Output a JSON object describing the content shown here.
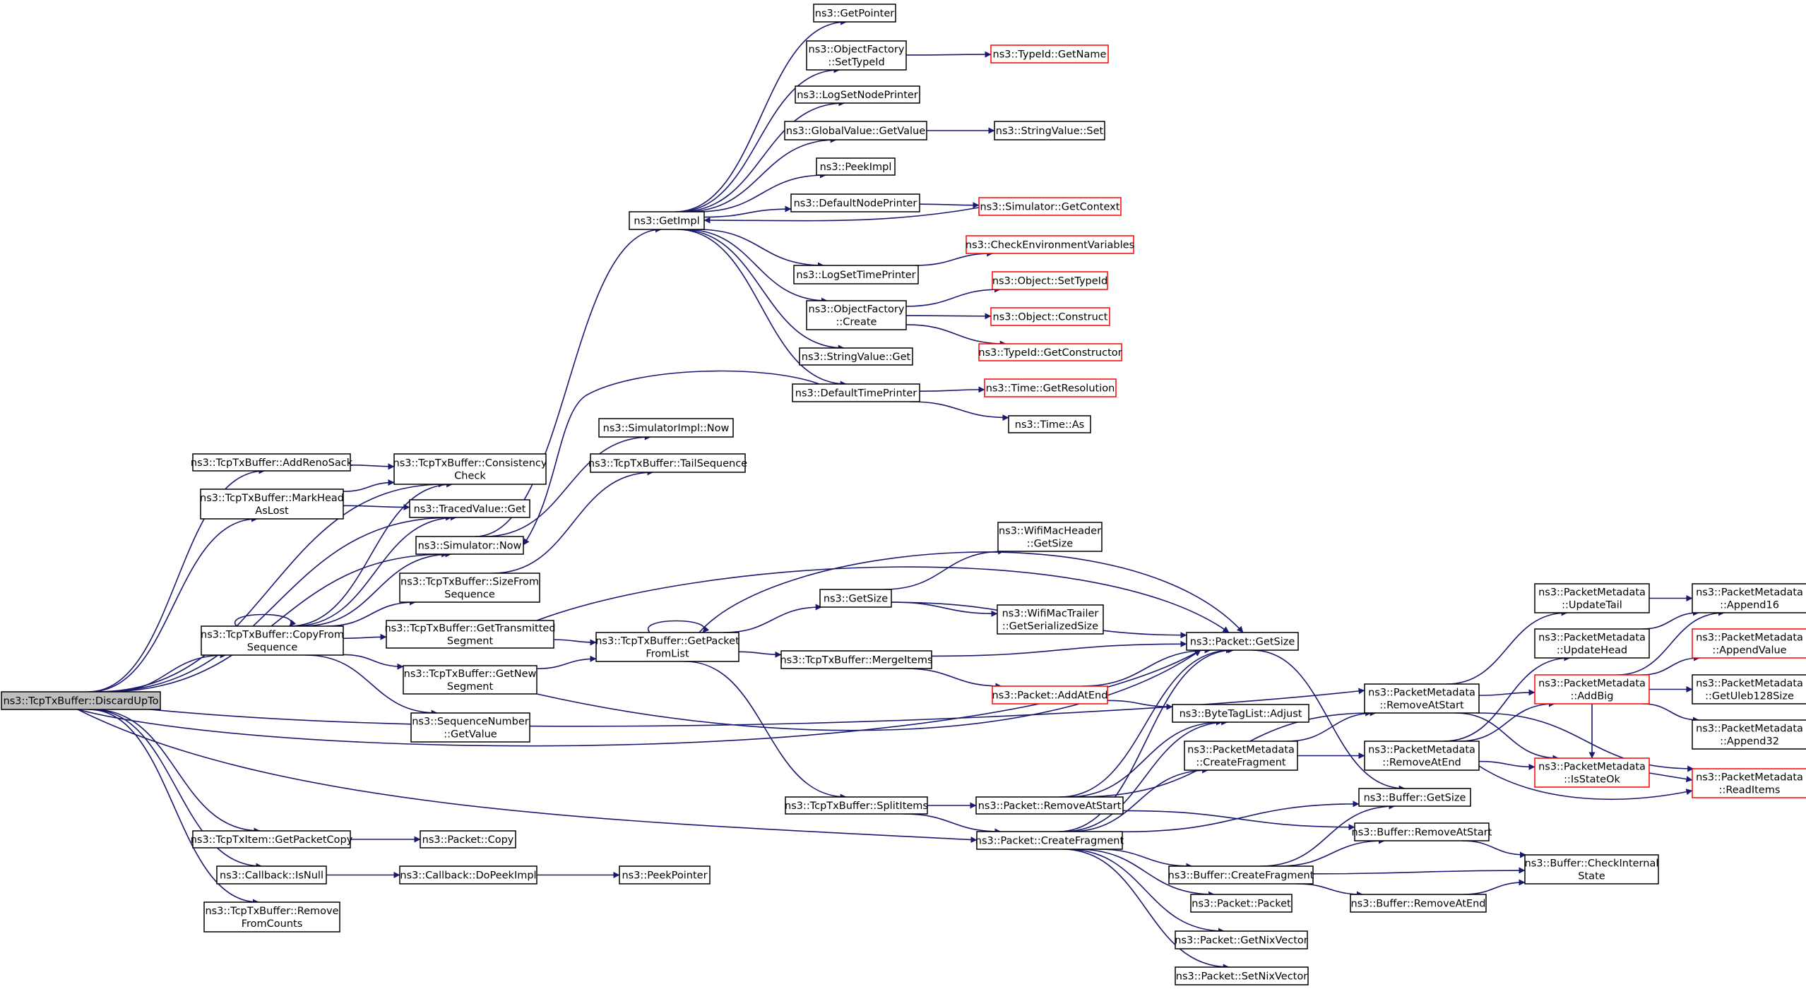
{
  "diagram": {
    "type": "call-graph",
    "colors": {
      "edge": "#191970",
      "node_border": "#000000",
      "truncated_border": "#ff0000",
      "root_fill": "#bfbfbf",
      "background": "#ffffff"
    },
    "nodes": [
      {
        "id": "root",
        "lines": [
          "ns3::TcpTxBuffer::DiscardUpTo"
        ],
        "style": "root"
      },
      {
        "id": "addRenoSack",
        "lines": [
          "ns3::TcpTxBuffer::AddRenoSack"
        ]
      },
      {
        "id": "markHead",
        "lines": [
          "ns3::TcpTxBuffer::MarkHead",
          "AsLost"
        ]
      },
      {
        "id": "copyFrom",
        "lines": [
          "ns3::TcpTxBuffer::CopyFrom",
          "Sequence"
        ]
      },
      {
        "id": "getPacketCopy",
        "lines": [
          "ns3::TcpTxItem::GetPacketCopy"
        ]
      },
      {
        "id": "cbIsNull",
        "lines": [
          "ns3::Callback::IsNull"
        ]
      },
      {
        "id": "removeFromCounts",
        "lines": [
          "ns3::TcpTxBuffer::Remove",
          "FromCounts"
        ]
      },
      {
        "id": "consistency",
        "lines": [
          "ns3::TcpTxBuffer::Consistency",
          "Check"
        ]
      },
      {
        "id": "tracedGet",
        "lines": [
          "ns3::TracedValue::Get"
        ]
      },
      {
        "id": "simNow",
        "lines": [
          "ns3::Simulator::Now"
        ]
      },
      {
        "id": "sizeFromSeq",
        "lines": [
          "ns3::TcpTxBuffer::SizeFrom",
          "Sequence"
        ]
      },
      {
        "id": "getTransmitted",
        "lines": [
          "ns3::TcpTxBuffer::GetTransmitted",
          "Segment"
        ]
      },
      {
        "id": "getNewSeg",
        "lines": [
          "ns3::TcpTxBuffer::GetNew",
          "Segment"
        ]
      },
      {
        "id": "seqGetValue",
        "lines": [
          "ns3::SequenceNumber",
          "::GetValue"
        ]
      },
      {
        "id": "pktCopy",
        "lines": [
          "ns3::Packet::Copy"
        ]
      },
      {
        "id": "doPeekImpl",
        "lines": [
          "ns3::Callback::DoPeekImpl"
        ]
      },
      {
        "id": "peekPointer",
        "lines": [
          "ns3::PeekPointer"
        ]
      },
      {
        "id": "simImplNow",
        "lines": [
          "ns3::SimulatorImpl::Now"
        ]
      },
      {
        "id": "tailSeq",
        "lines": [
          "ns3::TcpTxBuffer::TailSequence"
        ]
      },
      {
        "id": "getImpl",
        "lines": [
          "ns3::GetImpl"
        ]
      },
      {
        "id": "getPointer",
        "lines": [
          "ns3::GetPointer"
        ]
      },
      {
        "id": "ofSetTypeId",
        "lines": [
          "ns3::ObjectFactory",
          "::SetTypeId"
        ]
      },
      {
        "id": "logSetNode",
        "lines": [
          "ns3::LogSetNodePrinter"
        ]
      },
      {
        "id": "gvGetValue",
        "lines": [
          "ns3::GlobalValue::GetValue"
        ]
      },
      {
        "id": "peekImpl",
        "lines": [
          "ns3::PeekImpl"
        ]
      },
      {
        "id": "defNodePrinter",
        "lines": [
          "ns3::DefaultNodePrinter"
        ]
      },
      {
        "id": "logSetTime",
        "lines": [
          "ns3::LogSetTimePrinter"
        ]
      },
      {
        "id": "ofCreate",
        "lines": [
          "ns3::ObjectFactory",
          "::Create"
        ]
      },
      {
        "id": "svGet",
        "lines": [
          "ns3::StringValue::Get"
        ]
      },
      {
        "id": "defTimePrinter",
        "lines": [
          "ns3::DefaultTimePrinter"
        ]
      },
      {
        "id": "typeIdGetName",
        "lines": [
          "ns3::TypeId::GetName"
        ],
        "style": "trunc"
      },
      {
        "id": "svSet",
        "lines": [
          "ns3::StringValue::Set"
        ]
      },
      {
        "id": "simGetContext",
        "lines": [
          "ns3::Simulator::GetContext"
        ],
        "style": "trunc"
      },
      {
        "id": "checkEnv",
        "lines": [
          "ns3::CheckEnvironmentVariables"
        ],
        "style": "trunc"
      },
      {
        "id": "objSetTypeId",
        "lines": [
          "ns3::Object::SetTypeId"
        ],
        "style": "trunc"
      },
      {
        "id": "objConstruct",
        "lines": [
          "ns3::Object::Construct"
        ],
        "style": "trunc"
      },
      {
        "id": "typeIdGetCtor",
        "lines": [
          "ns3::TypeId::GetConstructor"
        ],
        "style": "trunc"
      },
      {
        "id": "timeGetRes",
        "lines": [
          "ns3::Time::GetResolution"
        ],
        "style": "trunc"
      },
      {
        "id": "timeAs",
        "lines": [
          "ns3::Time::As"
        ]
      },
      {
        "id": "getPacketFromList",
        "lines": [
          "ns3::TcpTxBuffer::GetPacket",
          "FromList"
        ]
      },
      {
        "id": "getSize",
        "lines": [
          "ns3::GetSize"
        ]
      },
      {
        "id": "mergeItems",
        "lines": [
          "ns3::TcpTxBuffer::MergeItems"
        ]
      },
      {
        "id": "splitItems",
        "lines": [
          "ns3::TcpTxBuffer::SplitItems"
        ]
      },
      {
        "id": "wifiHdrGetSize",
        "lines": [
          "ns3::WifiMacHeader",
          "::GetSize"
        ]
      },
      {
        "id": "wifiTrailer",
        "lines": [
          "ns3::WifiMacTrailer",
          "::GetSerializedSize"
        ]
      },
      {
        "id": "pktGetSize",
        "lines": [
          "ns3::Packet::GetSize"
        ]
      },
      {
        "id": "pktAddAtEnd",
        "lines": [
          "ns3::Packet::AddAtEnd"
        ],
        "style": "trunc"
      },
      {
        "id": "btlAdjust",
        "lines": [
          "ns3::ByteTagList::Adjust"
        ]
      },
      {
        "id": "pktRemoveAtStart",
        "lines": [
          "ns3::Packet::RemoveAtStart"
        ]
      },
      {
        "id": "pktCreateFragment",
        "lines": [
          "ns3::Packet::CreateFragment"
        ]
      },
      {
        "id": "pmCreateFragment",
        "lines": [
          "ns3::PacketMetadata",
          "::CreateFragment"
        ]
      },
      {
        "id": "bufCreateFragment",
        "lines": [
          "ns3::Buffer::CreateFragment"
        ]
      },
      {
        "id": "pktPacket",
        "lines": [
          "ns3::Packet::Packet"
        ]
      },
      {
        "id": "pktGetNix",
        "lines": [
          "ns3::Packet::GetNixVector"
        ]
      },
      {
        "id": "pktSetNix",
        "lines": [
          "ns3::Packet::SetNixVector"
        ]
      },
      {
        "id": "pmRemoveAtStart",
        "lines": [
          "ns3::PacketMetadata",
          "::RemoveAtStart"
        ]
      },
      {
        "id": "pmRemoveAtEnd",
        "lines": [
          "ns3::PacketMetadata",
          "::RemoveAtEnd"
        ]
      },
      {
        "id": "bufGetSize",
        "lines": [
          "ns3::Buffer::GetSize"
        ]
      },
      {
        "id": "bufRemoveAtStart",
        "lines": [
          "ns3::Buffer::RemoveAtStart"
        ]
      },
      {
        "id": "bufRemoveAtEnd",
        "lines": [
          "ns3::Buffer::RemoveAtEnd"
        ]
      },
      {
        "id": "pmUpdateTail",
        "lines": [
          "ns3::PacketMetadata",
          "::UpdateTail"
        ]
      },
      {
        "id": "pmUpdateHead",
        "lines": [
          "ns3::PacketMetadata",
          "::UpdateHead"
        ]
      },
      {
        "id": "pmAddBig",
        "lines": [
          "ns3::PacketMetadata",
          "::AddBig"
        ],
        "style": "trunc"
      },
      {
        "id": "pmIsStateOk",
        "lines": [
          "ns3::PacketMetadata",
          "::IsStateOk"
        ],
        "style": "trunc"
      },
      {
        "id": "bufCheckInternal",
        "lines": [
          "ns3::Buffer::CheckInternal",
          "State"
        ]
      },
      {
        "id": "pmAppend16",
        "lines": [
          "ns3::PacketMetadata",
          "::Append16"
        ]
      },
      {
        "id": "pmAppendValue",
        "lines": [
          "ns3::PacketMetadata",
          "::AppendValue"
        ],
        "style": "trunc"
      },
      {
        "id": "pmGetUleb",
        "lines": [
          "ns3::PacketMetadata",
          "::GetUleb128Size"
        ]
      },
      {
        "id": "pmAppend32",
        "lines": [
          "ns3::PacketMetadata",
          "::Append32"
        ]
      },
      {
        "id": "pmReadItems",
        "lines": [
          "ns3::PacketMetadata",
          "::ReadItems"
        ],
        "style": "trunc"
      }
    ],
    "edges": [
      [
        "root",
        "addRenoSack"
      ],
      [
        "root",
        "markHead"
      ],
      [
        "root",
        "copyFrom"
      ],
      [
        "root",
        "consistency"
      ],
      [
        "root",
        "tracedGet"
      ],
      [
        "root",
        "simNow"
      ],
      [
        "root",
        "pktGetSize"
      ],
      [
        "root",
        "pmRemoveAtStart"
      ],
      [
        "root",
        "pktCreateFragment"
      ],
      [
        "root",
        "getPacketCopy"
      ],
      [
        "root",
        "cbIsNull"
      ],
      [
        "root",
        "removeFromCounts"
      ],
      [
        "addRenoSack",
        "consistency"
      ],
      [
        "markHead",
        "consistency"
      ],
      [
        "markHead",
        "tracedGet"
      ],
      [
        "copyFrom",
        "copyFrom"
      ],
      [
        "copyFrom",
        "consistency"
      ],
      [
        "copyFrom",
        "tracedGet"
      ],
      [
        "copyFrom",
        "simNow"
      ],
      [
        "copyFrom",
        "sizeFromSeq"
      ],
      [
        "copyFrom",
        "getTransmitted"
      ],
      [
        "copyFrom",
        "getNewSeg"
      ],
      [
        "copyFrom",
        "seqGetValue"
      ],
      [
        "simNow",
        "getImpl"
      ],
      [
        "simNow",
        "simImplNow"
      ],
      [
        "sizeFromSeq",
        "tailSeq"
      ],
      [
        "getTransmitted",
        "getPacketFromList"
      ],
      [
        "getTransmitted",
        "pktGetSize"
      ],
      [
        "getNewSeg",
        "getPacketFromList"
      ],
      [
        "getNewSeg",
        "pktGetSize"
      ],
      [
        "getPacketCopy",
        "pktCopy"
      ],
      [
        "cbIsNull",
        "doPeekImpl"
      ],
      [
        "doPeekImpl",
        "peekPointer"
      ],
      [
        "getImpl",
        "getPointer"
      ],
      [
        "getImpl",
        "ofSetTypeId"
      ],
      [
        "getImpl",
        "logSetNode"
      ],
      [
        "getImpl",
        "gvGetValue"
      ],
      [
        "getImpl",
        "peekImpl"
      ],
      [
        "getImpl",
        "defNodePrinter"
      ],
      [
        "getImpl",
        "logSetTime"
      ],
      [
        "getImpl",
        "ofCreate"
      ],
      [
        "getImpl",
        "svGet"
      ],
      [
        "getImpl",
        "defTimePrinter"
      ],
      [
        "ofSetTypeId",
        "typeIdGetName"
      ],
      [
        "gvGetValue",
        "svSet"
      ],
      [
        "defNodePrinter",
        "simGetContext"
      ],
      [
        "simGetContext",
        "getImpl"
      ],
      [
        "logSetTime",
        "checkEnv"
      ],
      [
        "ofCreate",
        "objSetTypeId"
      ],
      [
        "ofCreate",
        "objConstruct"
      ],
      [
        "ofCreate",
        "typeIdGetCtor"
      ],
      [
        "defTimePrinter",
        "timeGetRes"
      ],
      [
        "defTimePrinter",
        "timeAs"
      ],
      [
        "defTimePrinter",
        "simNow"
      ],
      [
        "getPacketFromList",
        "getPacketFromList"
      ],
      [
        "getPacketFromList",
        "getSize"
      ],
      [
        "getPacketFromList",
        "mergeItems"
      ],
      [
        "getPacketFromList",
        "splitItems"
      ],
      [
        "getPacketFromList",
        "pktGetSize"
      ],
      [
        "getSize",
        "wifiHdrGetSize"
      ],
      [
        "getSize",
        "wifiTrailer"
      ],
      [
        "getSize",
        "pktGetSize"
      ],
      [
        "mergeItems",
        "pktGetSize"
      ],
      [
        "mergeItems",
        "pktAddAtEnd"
      ],
      [
        "pktAddAtEnd",
        "pktGetSize"
      ],
      [
        "pktAddAtEnd",
        "btlAdjust"
      ],
      [
        "splitItems",
        "pktRemoveAtStart"
      ],
      [
        "splitItems",
        "pktCreateFragment"
      ],
      [
        "pktRemoveAtStart",
        "pktGetSize"
      ],
      [
        "pktRemoveAtStart",
        "btlAdjust"
      ],
      [
        "pktRemoveAtStart",
        "pmRemoveAtStart"
      ],
      [
        "pktRemoveAtStart",
        "bufRemoveAtStart"
      ],
      [
        "pktCreateFragment",
        "pktGetSize"
      ],
      [
        "pktCreateFragment",
        "btlAdjust"
      ],
      [
        "pktCreateFragment",
        "pmCreateFragment"
      ],
      [
        "pktCreateFragment",
        "bufGetSize"
      ],
      [
        "pktCreateFragment",
        "bufCreateFragment"
      ],
      [
        "pktCreateFragment",
        "pktPacket"
      ],
      [
        "pktCreateFragment",
        "pktGetNix"
      ],
      [
        "pktCreateFragment",
        "pktSetNix"
      ],
      [
        "pktGetSize",
        "bufGetSize"
      ],
      [
        "pmCreateFragment",
        "pmRemoveAtStart"
      ],
      [
        "pmCreateFragment",
        "pmRemoveAtEnd"
      ],
      [
        "bufCreateFragment",
        "bufGetSize"
      ],
      [
        "bufCreateFragment",
        "bufRemoveAtStart"
      ],
      [
        "bufCreateFragment",
        "bufRemoveAtEnd"
      ],
      [
        "bufCreateFragment",
        "bufCheckInternal"
      ],
      [
        "bufRemoveAtStart",
        "bufCheckInternal"
      ],
      [
        "bufRemoveAtEnd",
        "bufCheckInternal"
      ],
      [
        "pmRemoveAtStart",
        "pmUpdateTail"
      ],
      [
        "pmRemoveAtStart",
        "pmAddBig"
      ],
      [
        "pmRemoveAtStart",
        "pmIsStateOk"
      ],
      [
        "pmRemoveAtStart",
        "pmReadItems"
      ],
      [
        "pmRemoveAtEnd",
        "pmUpdateHead"
      ],
      [
        "pmRemoveAtEnd",
        "pmAddBig"
      ],
      [
        "pmRemoveAtEnd",
        "pmIsStateOk"
      ],
      [
        "pmRemoveAtEnd",
        "pmReadItems"
      ],
      [
        "pmUpdateTail",
        "pmAppend16"
      ],
      [
        "pmUpdateHead",
        "pmAppend16"
      ],
      [
        "pmAddBig",
        "pmAppend16"
      ],
      [
        "pmAddBig",
        "pmAppendValue"
      ],
      [
        "pmAddBig",
        "pmGetUleb"
      ],
      [
        "pmAddBig",
        "pmAppend32"
      ],
      [
        "pmAddBig",
        "pmIsStateOk"
      ],
      [
        "pmIsStateOk",
        "pmReadItems"
      ]
    ]
  }
}
